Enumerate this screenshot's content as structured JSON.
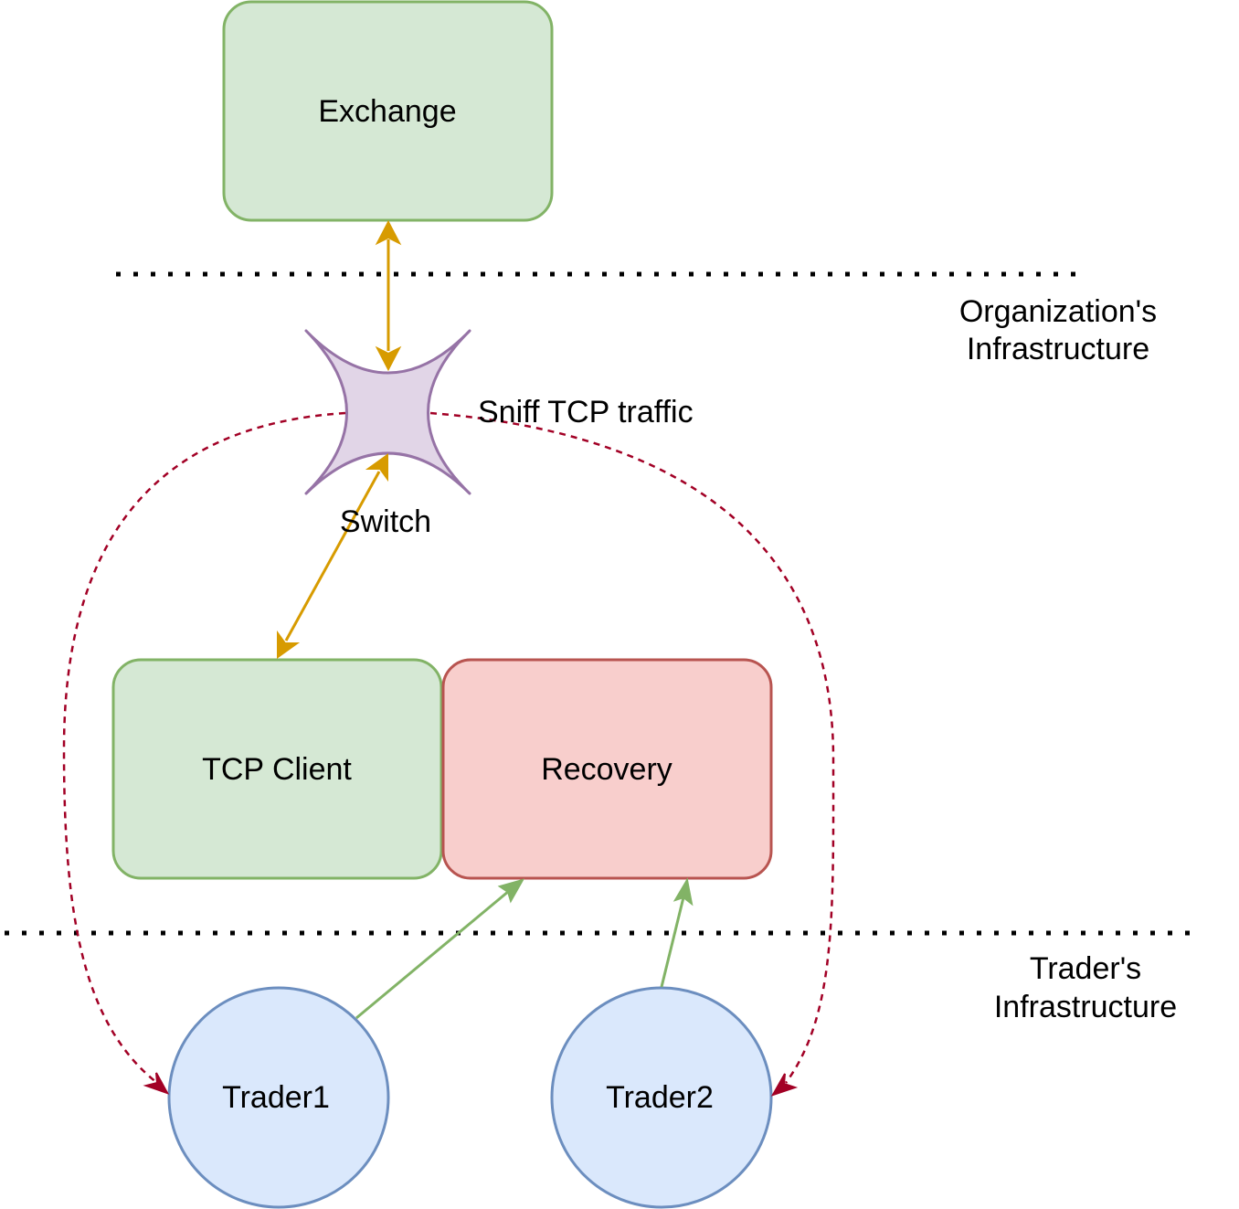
{
  "nodes": {
    "exchange": "Exchange",
    "switch": "Switch",
    "tcp_client": "TCP Client",
    "recovery": "Recovery",
    "trader1": "Trader1",
    "trader2": "Trader2"
  },
  "annotations": {
    "sniff": "Sniff TCP traffic",
    "org_infra": [
      "Organization's",
      "Infrastructure"
    ],
    "trader_infra": [
      "Trader's",
      "Infrastructure"
    ]
  },
  "colors": {
    "green_fill": "#d5e8d4",
    "green_stroke": "#82b366",
    "red_fill": "#f8cecc",
    "red_stroke": "#b85450",
    "blue_fill": "#dae8fc",
    "blue_stroke": "#6c8ebf",
    "purple_fill": "#e1d5e7",
    "purple_stroke": "#9673a6",
    "orange_arrow": "#d79b00",
    "crimson_dashed": "#a20025"
  }
}
